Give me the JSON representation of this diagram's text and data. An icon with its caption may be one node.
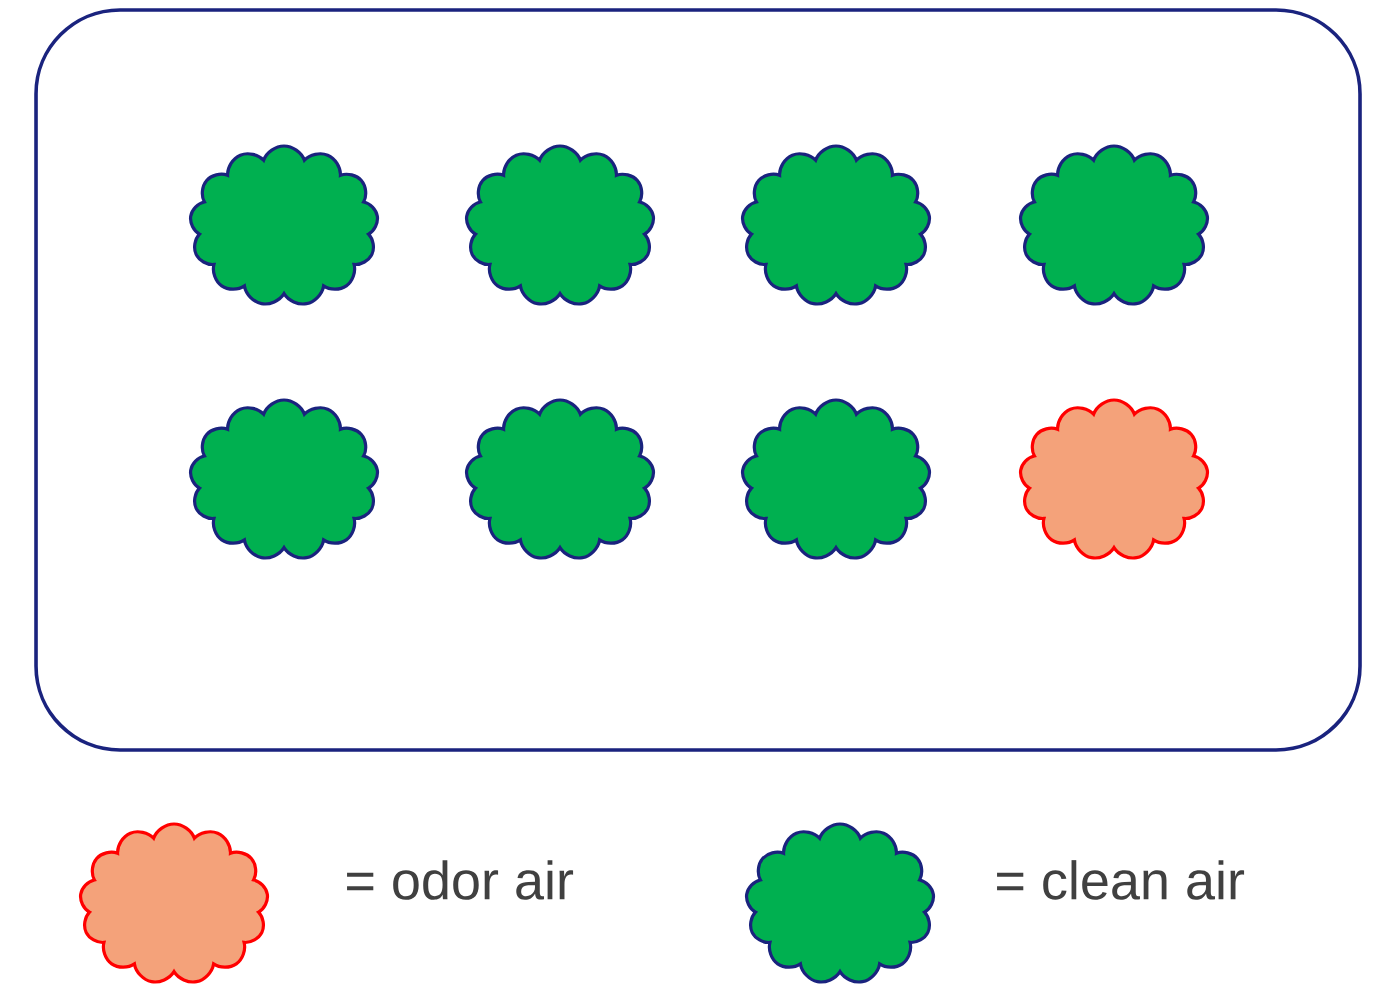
{
  "diagram": {
    "nodes": [
      {
        "text": [],
        "shape": "box"
      },
      {
        "text": [],
        "shape": "cloud",
        "in": 0
      },
      {
        "text": [],
        "shape": "cloud",
        "in": 0
      },
      {
        "text": [],
        "shape": "cloud",
        "in": 0
      },
      {
        "text": [],
        "shape": "cloud",
        "in": 0
      },
      {
        "text": [],
        "shape": "cloud",
        "in": 0
      },
      {
        "text": [],
        "shape": "cloud",
        "in": 0
      },
      {
        "text": [],
        "shape": "cloud",
        "in": 0
      },
      {
        "text": [],
        "shape": "cloud",
        "in": 0
      }
    ],
    "legend": [
      {
        "text": "= odor air",
        "color": "#f4a27a"
      },
      {
        "text": "= clean air",
        "color": "#00b050"
      }
    ]
  }
}
